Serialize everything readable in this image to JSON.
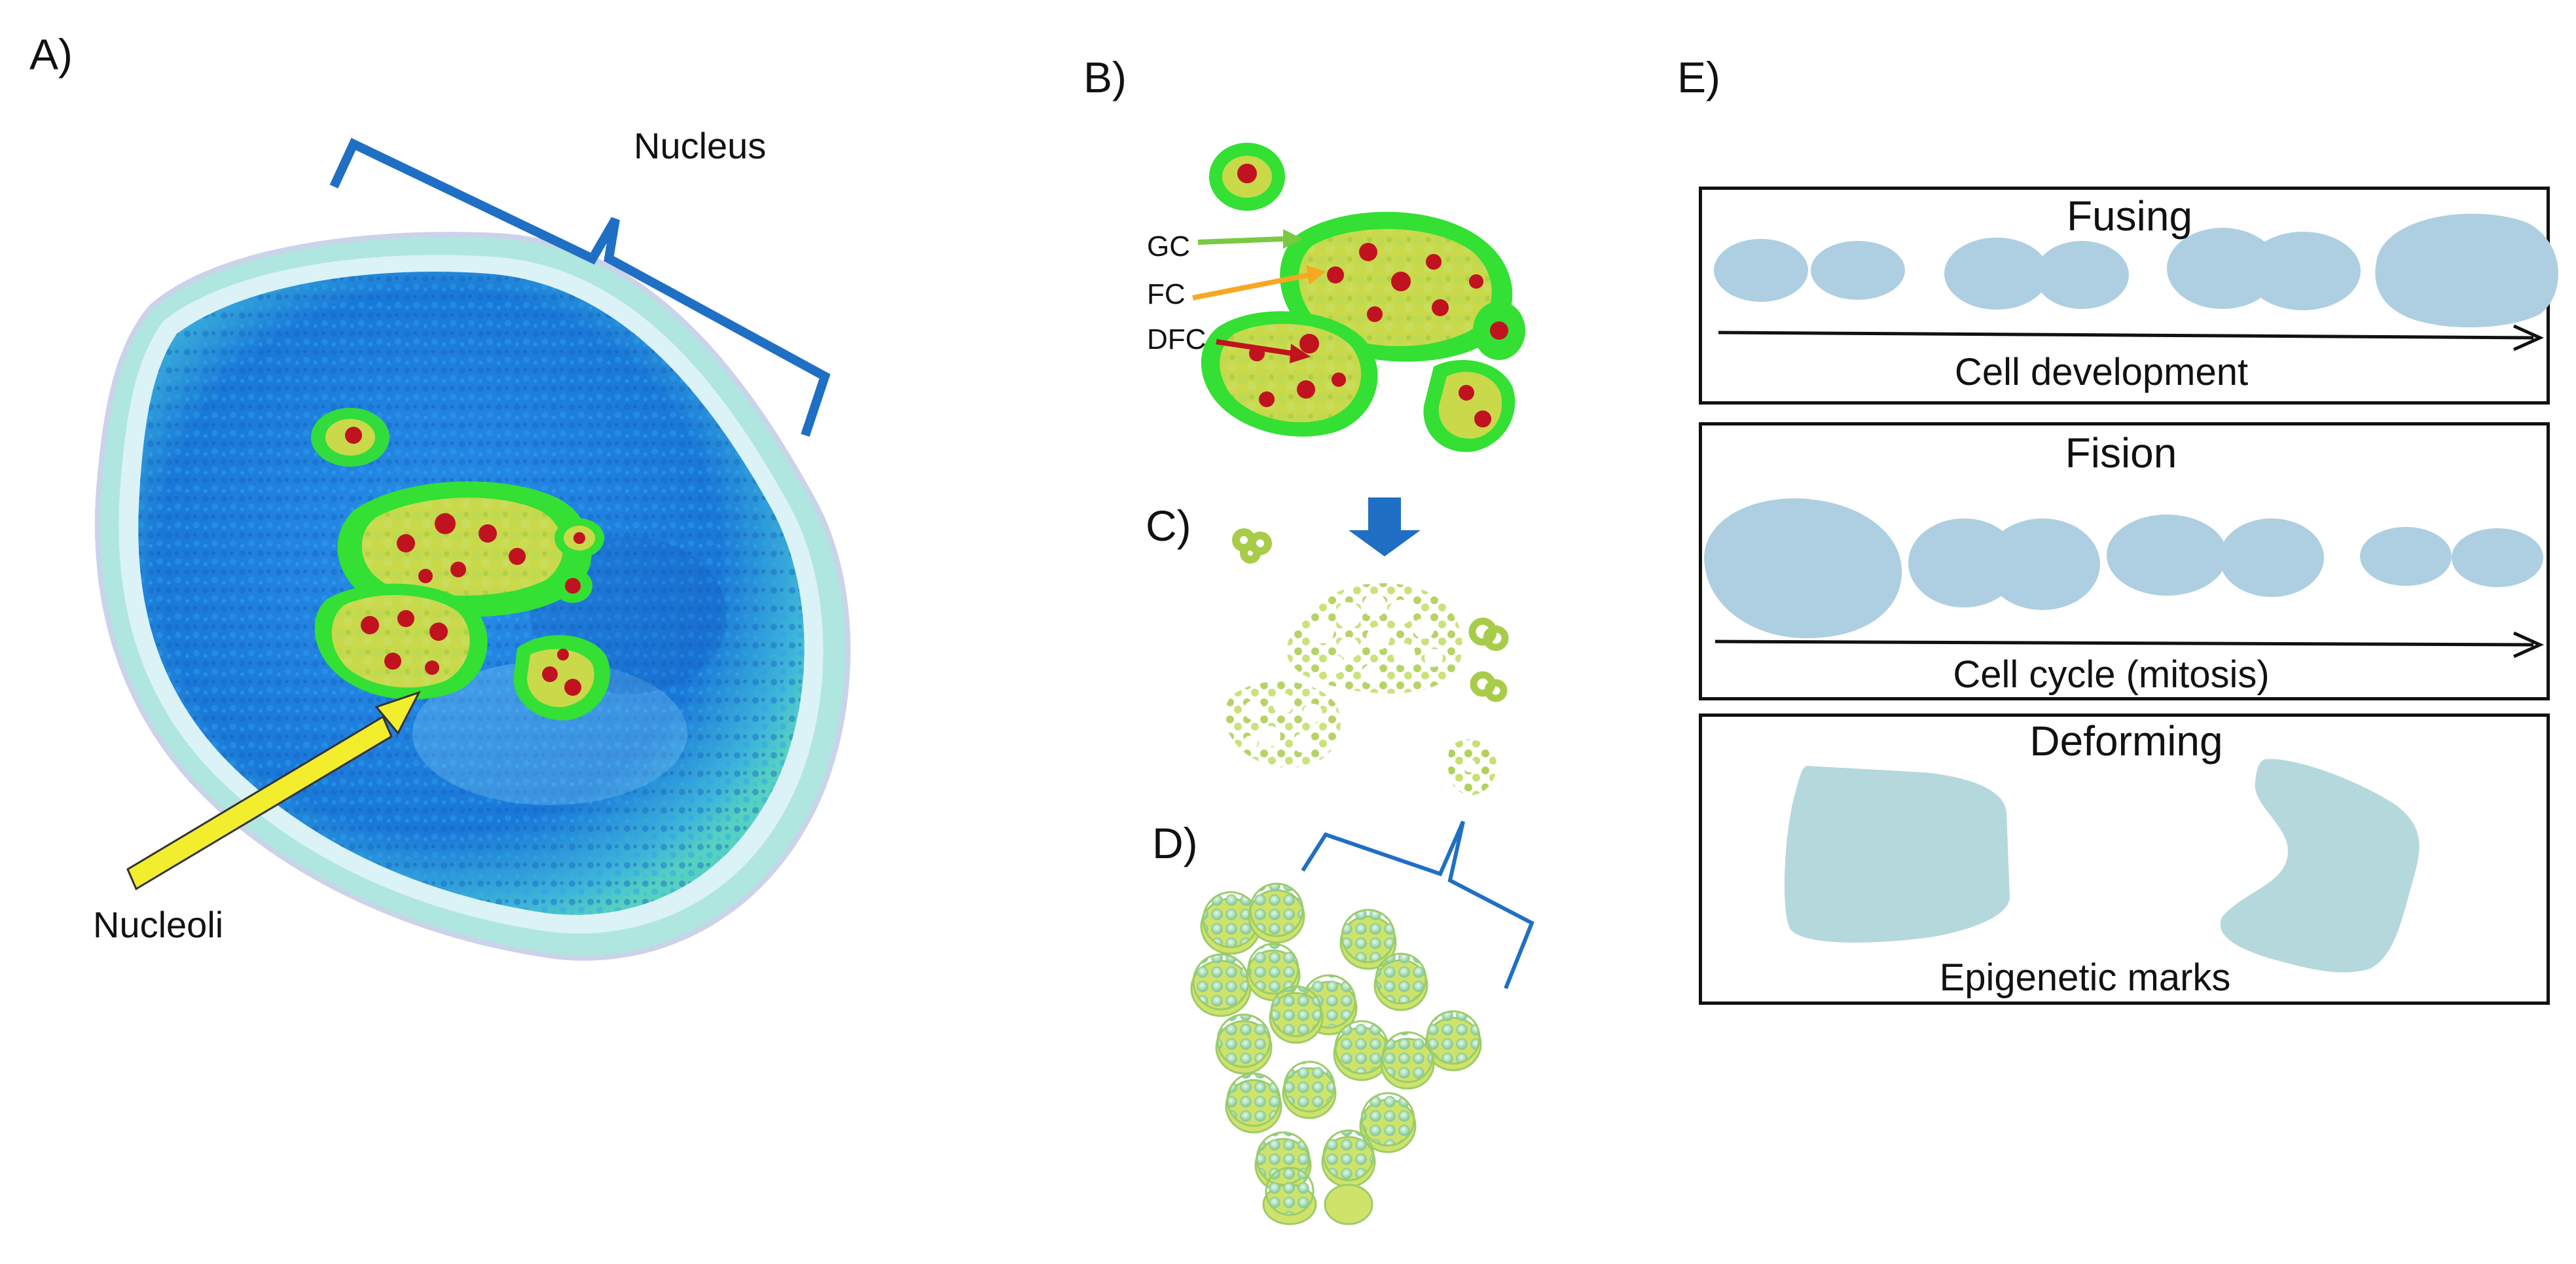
{
  "panels": {
    "a": {
      "label": "A)",
      "nucleus_label": "Nucleus",
      "nucleoli_label": "Nucleoli"
    },
    "b": {
      "label": "B)",
      "gc_label": "GC",
      "fc_label": "FC",
      "dfc_label": "DFC"
    },
    "c": {
      "label": "C)"
    },
    "d": {
      "label": "D)"
    },
    "e": {
      "label": "E)",
      "fusing": {
        "title": "Fusing",
        "caption": "Cell development"
      },
      "fision": {
        "title": "Fision",
        "caption": "Cell cycle (mitosis)"
      },
      "deforming": {
        "title": "Deforming",
        "caption": "Epigenetic marks"
      }
    }
  },
  "colors": {
    "bracket_blue": "#1f6fc4",
    "arrow_yellow": "#f2ee2e",
    "gc_green": "#7ac943",
    "fc_orange": "#f7a823",
    "dfc_red": "#c1121f",
    "cell_blue": "#aecfe1",
    "cell_teal": "#b5d8dc",
    "nucleus_blue": "#1e90ff"
  }
}
